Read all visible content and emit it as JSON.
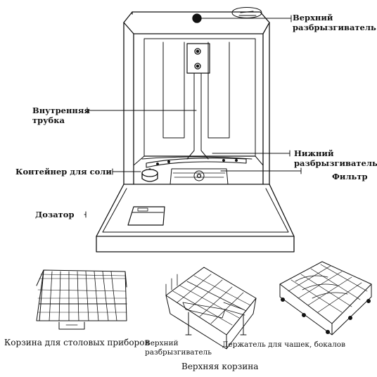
{
  "labels": {
    "upper_spray_arm_line1": "Верхний",
    "upper_spray_arm_line2": "разбрызгиватель",
    "inner_tube_line1": "Внутренняя",
    "inner_tube_line2": "трубка",
    "lower_spray_arm_line1": "Нижний",
    "lower_spray_arm_line2": "разбрызгиватель",
    "filter": "Фильтр",
    "salt_container": "Контейнер для соли",
    "dispenser": "Дозатор",
    "cutlery_basket": "Корзина для столовых приборов",
    "upper_basket_spray_line1": "Верхний",
    "upper_basket_spray_line2": "разбрызгиватель",
    "cup_holder": "Держатель для чашек, бокалов",
    "upper_basket": "Верхняя корзина"
  }
}
